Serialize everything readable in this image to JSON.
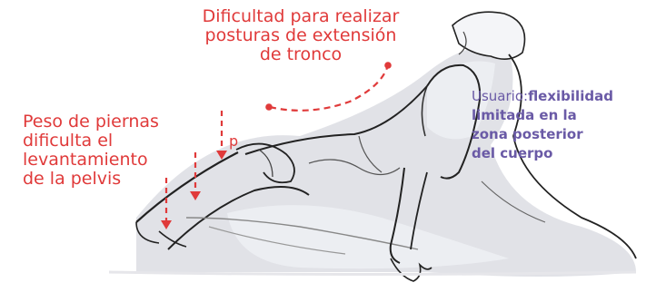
{
  "annotations": {
    "trunk_extension": {
      "lines": [
        "Dificultad para realizar",
        "posturas de extensión",
        "de tronco"
      ]
    },
    "legs_weight": {
      "lines": [
        "Peso de piernas",
        "dificulta el",
        "levantamiento",
        "de la pelvis"
      ]
    },
    "force_label": "p",
    "user": {
      "prefix": "Usuario:",
      "lines": [
        "flexibilidad",
        "limitada en la",
        "zona posterior",
        "del cuerpo"
      ]
    }
  },
  "colors": {
    "annotation_red": "#e03a3a",
    "user_purple": "#6a5aa6",
    "sketch_line": "#222222",
    "sketch_shade": "#dcdde3"
  }
}
